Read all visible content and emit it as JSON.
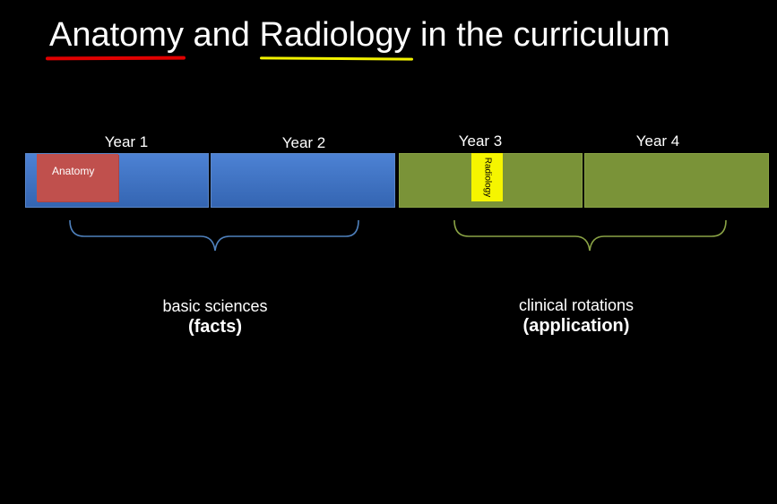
{
  "title": {
    "word1": "Anatomy",
    "join1": " and ",
    "word2": "Radiology",
    "rest": " in the curriculum",
    "underline_colors": {
      "anatomy": "#e00000",
      "radiology": "#f2f200"
    }
  },
  "years": [
    {
      "label": "Year 1",
      "color": "#3f73c6"
    },
    {
      "label": "Year 2",
      "color": "#3f73c6"
    },
    {
      "label": "Year 3",
      "color": "#7a9338"
    },
    {
      "label": "Year 4",
      "color": "#7a9338"
    }
  ],
  "overlays": {
    "anatomy": {
      "label": "Anatomy",
      "color": "#c0504d"
    },
    "radiology": {
      "label": "Radiology",
      "color": "#f5f500"
    }
  },
  "phases": [
    {
      "name": "basic sciences",
      "emphasis": "(facts)",
      "brace_color": "#4f81bd"
    },
    {
      "name": "clinical rotations",
      "emphasis": "(application)",
      "brace_color": "#8aa345"
    }
  ]
}
